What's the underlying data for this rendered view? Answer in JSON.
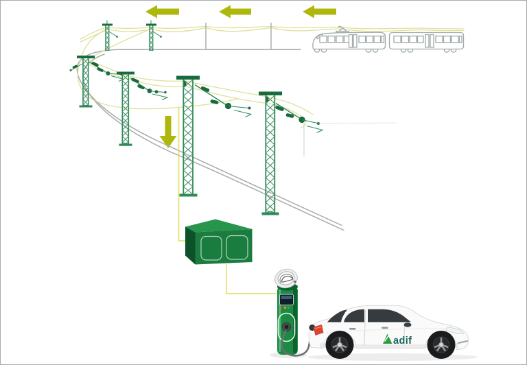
{
  "illustration": {
    "title_semantic": "railway-catenary-feeds-ev-charging-diagram",
    "labels": {
      "car_brand": "adif"
    },
    "flow": {
      "top_arrows": {
        "count": 3,
        "direction": "left",
        "color": "#aeb80c"
      },
      "down_arrow": {
        "count": 1,
        "direction": "down",
        "color": "#aeb80c"
      }
    },
    "train": {
      "cars": 2,
      "style": "outline",
      "stroke_color": "#9fa8a8"
    },
    "catenary": {
      "foreground_masts": 4,
      "background_masts": 2,
      "plain_poles": 2,
      "mast_color": "#2f8a58",
      "hardware_color": "#1a6b3c",
      "wire_color": "#e0e09a",
      "feeder_color": "#e2e26e",
      "rail_color": "#a6abab"
    },
    "transformer_box": {
      "doors": 2,
      "top_color": "#27954c",
      "front_color": "#1a7c3f",
      "side_color": "#0d5129"
    },
    "charging_station": {
      "body_color": "#1b8a42",
      "sign": "ev-charging-car-symbol",
      "status_led_colors": [
        "#cd4734",
        "#df9030",
        "#41a053"
      ],
      "screen_color": "#101d2a"
    },
    "car": {
      "body_color": "#fafafa",
      "glass_color": "#353b3f",
      "taillight_color": "#d8472e",
      "logo_triangle_color": "#2f9e41",
      "logo_text_color": "#17655c"
    }
  }
}
